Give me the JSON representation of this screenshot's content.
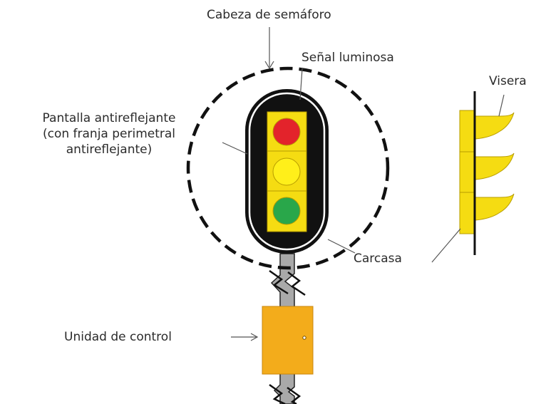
{
  "labels": {
    "head": "Cabeza de semáforo",
    "signal": "Señal luminosa",
    "backplate": [
      "Pantalla antireflejante",
      "(con franja perimetral",
      "antireflejante)"
    ],
    "visor": "Visera",
    "housing": "Carcasa",
    "control": "Unidad de control"
  },
  "lights": [
    {
      "name": "red",
      "color": "#e3232b"
    },
    {
      "name": "yellow",
      "color": "#ffef1a"
    },
    {
      "name": "green",
      "color": "#29a74a"
    }
  ],
  "colors": {
    "housing_yellow": "#f5dc12",
    "control_unit": "#f3ac1b",
    "pole_gray": "#a9a9a9",
    "outline": "#111111",
    "leader_line": "#555555"
  },
  "icons": {
    "control_arrow": "arrow-right-icon"
  }
}
